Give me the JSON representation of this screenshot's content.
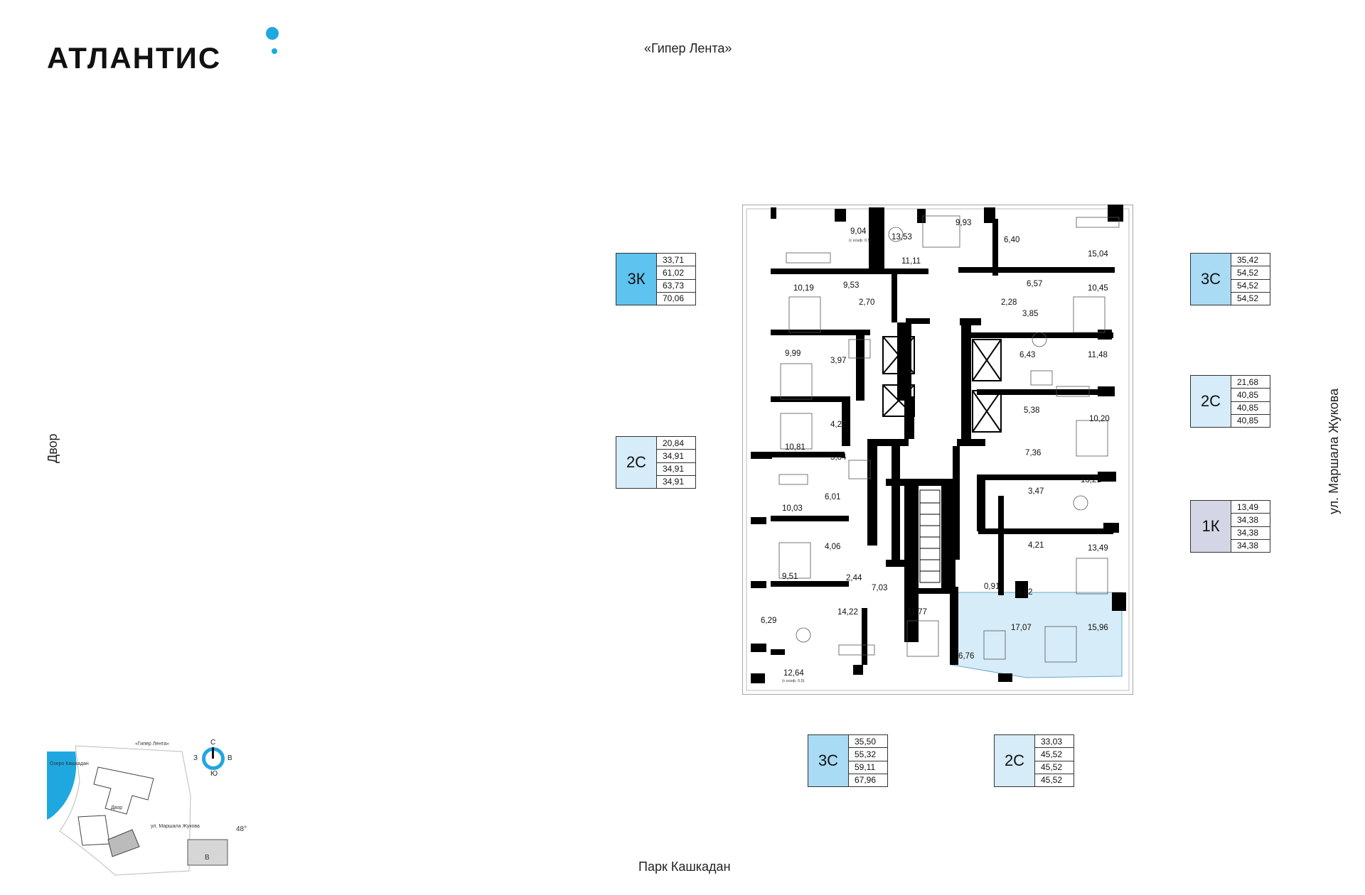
{
  "header": {
    "logo_text": "АТЛАНТИС",
    "top_landmark": "«Гипер Лента»",
    "bottom_landmark": "Парк Кашкадан",
    "left_landmark": "Двор",
    "right_landmark": "ул. Маршала Жукова"
  },
  "colors": {
    "brand_accent": "#1fa7e0",
    "selected_unit": "#d6ecf8",
    "wall": "#000000"
  },
  "badges": {
    "b3k": {
      "code": "3К",
      "values": [
        "33,71",
        "61,02",
        "63,73",
        "70,06"
      ]
    },
    "b2c_left": {
      "code": "2С",
      "values": [
        "20,84",
        "34,91",
        "34,91",
        "34,91"
      ]
    },
    "b3c_right": {
      "code": "3С",
      "values": [
        "35,42",
        "54,52",
        "54,52",
        "54,52"
      ]
    },
    "b2c_right": {
      "code": "2С",
      "values": [
        "21,68",
        "40,85",
        "40,85",
        "40,85"
      ]
    },
    "b1k": {
      "code": "1К",
      "values": [
        "13,49",
        "34,38",
        "34,38",
        "34,38"
      ]
    },
    "b3c_bottom": {
      "code": "3С",
      "values": [
        "35,50",
        "55,32",
        "59,11",
        "67,96"
      ]
    },
    "b2c_bottom": {
      "code": "2С",
      "values": [
        "33,03",
        "45,52",
        "45,52",
        "45,52"
      ]
    }
  },
  "rooms": [
    "9,04",
    "13,53",
    "11,11",
    "9,93",
    "6,40",
    "15,04",
    "10,19",
    "9,53",
    "2,70",
    "2,28",
    "3,85",
    "6,57",
    "10,45",
    "9,99",
    "3,97",
    "6,43",
    "11,48",
    "4,22",
    "5,38",
    "10,20",
    "10,81",
    "3,84",
    "7,36",
    "10,03",
    "6,01",
    "13,21",
    "3,47",
    "4,06",
    "4,21",
    "13,49",
    "9,51",
    "2,44",
    "7,03",
    "0,91",
    "4,82",
    "6,29",
    "14,22",
    "11,77",
    "17,07",
    "15,96",
    "6,76",
    "12,64"
  ],
  "notes": {
    "balcony_coef_top": "(с коэф. 0,5)",
    "balcony_coef_bottom": "(с коэф. 0,5)"
  },
  "minimap": {
    "lake_label": "Озеро Кашкадан",
    "top_label": "«Гипер Лента»",
    "yard_label": "Двор",
    "street_label": "ул. Маршала Жукова",
    "compass": {
      "n": "С",
      "s": "Ю",
      "w": "З",
      "e": "В"
    },
    "angle": "48°",
    "section": "В"
  }
}
